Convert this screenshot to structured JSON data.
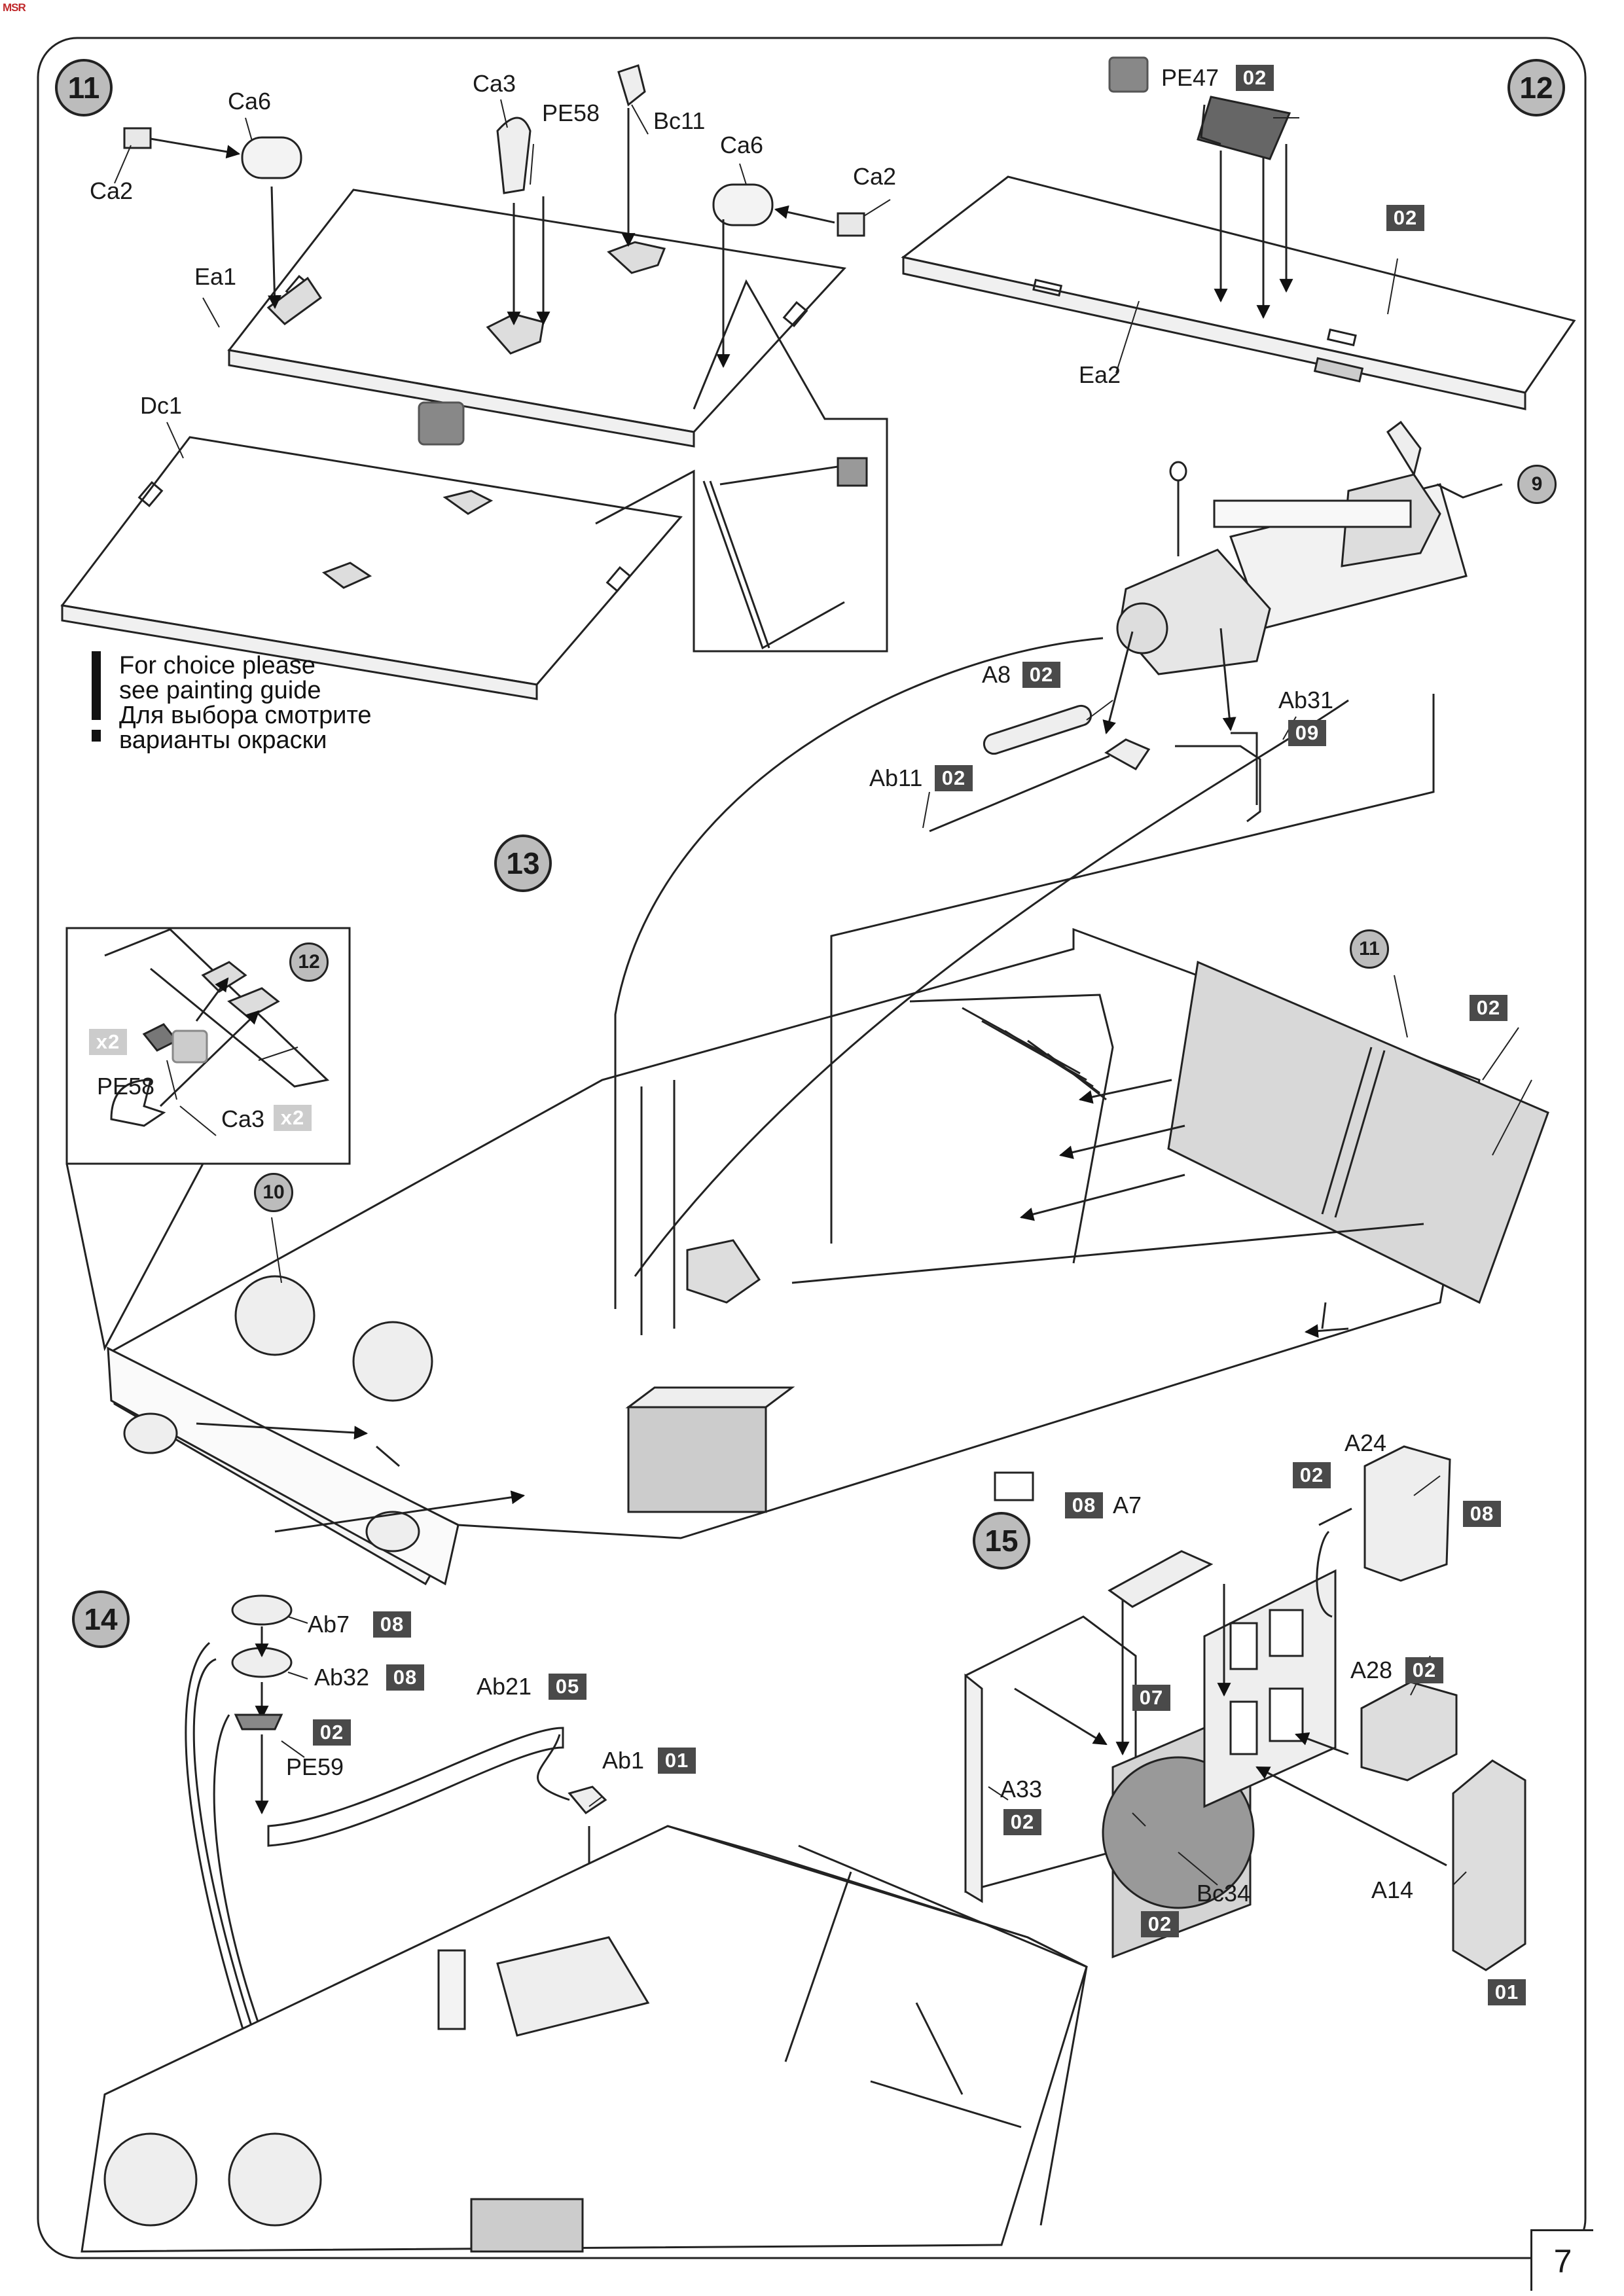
{
  "header": {
    "logo_text": "MSR"
  },
  "page_number": "7",
  "steps": {
    "s11": "11",
    "s12": "12",
    "s13": "13",
    "s14": "14",
    "s15": "15"
  },
  "refs": {
    "r9": "9",
    "r10": "10",
    "r11": "11",
    "r12": "12"
  },
  "choice_note": {
    "line1": "For choice please",
    "line2": "see painting guide",
    "line3": "Для выбора смотрите",
    "line4": "варианты окраски"
  },
  "parts": {
    "ca6_a": "Ca6",
    "ca2_a": "Ca2",
    "ea1": "Ea1",
    "ca3_a": "Ca3",
    "pe58_a": "PE58",
    "bc11": "Bc11",
    "ca6_b": "Ca6",
    "ca2_b": "Ca2",
    "dc1": "Dc1",
    "pe47": "PE47",
    "ea2": "Ea2",
    "a8": "A8",
    "ab31": "Ab31",
    "ab11": "Ab11",
    "pe58_b": "PE58",
    "ca3_b": "Ca3",
    "ab7": "Ab7",
    "ab32": "Ab32",
    "pe59": "PE59",
    "ab21": "Ab21",
    "ab1": "Ab1",
    "a7": "A7",
    "a24": "A24",
    "a28": "A28",
    "a33": "A33",
    "bc34": "Bc34",
    "a14": "A14"
  },
  "codes": {
    "pe47_code": "02",
    "ea2_code": "02",
    "a8_code": "02",
    "ab31_code": "09",
    "ab11_code": "02",
    "floor_code": "02",
    "ab7_code": "08",
    "ab32_code": "08",
    "pe59_code": "02",
    "ab21_code": "05",
    "ab1_code": "01",
    "a7_code": "08",
    "a24_code": "02",
    "a24_code2": "08",
    "a28_code": "02",
    "a33_code": "02",
    "grille_code": "07",
    "bc34_code": "02",
    "a14_code": "01"
  },
  "multipliers": {
    "pe58_x": "x2",
    "ca3_x": "x2"
  }
}
